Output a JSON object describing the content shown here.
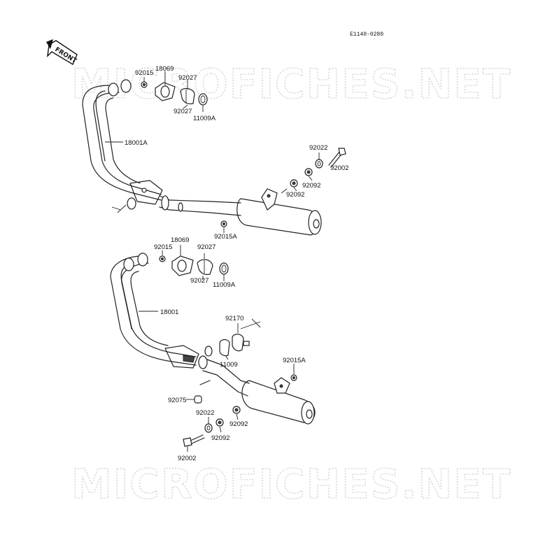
{
  "diagram_code": "E1140-0280",
  "front_label": "FRONT",
  "watermark": "MICROFICHES.NET",
  "upper_assembly": {
    "labels": {
      "p92015": "92015",
      "p18069": "18069",
      "p92027a": "92027",
      "p92027b": "92027",
      "p11009A": "11009A",
      "p18001A": "18001A",
      "p92022": "92022",
      "p92002": "92002",
      "p92092a": "92092",
      "p92092b": "92092",
      "p92015A": "92015A"
    }
  },
  "lower_assembly": {
    "labels": {
      "p18069": "18069",
      "p92015": "92015",
      "p92027a": "92027",
      "p92027b": "92027",
      "p11009A": "11009A",
      "p18001": "18001",
      "p92170": "92170",
      "p11009": "11009",
      "p92015A": "92015A",
      "p92075": "92075",
      "p92022": "92022",
      "p92092a": "92092",
      "p92092b": "92092",
      "p92002": "92002"
    }
  }
}
